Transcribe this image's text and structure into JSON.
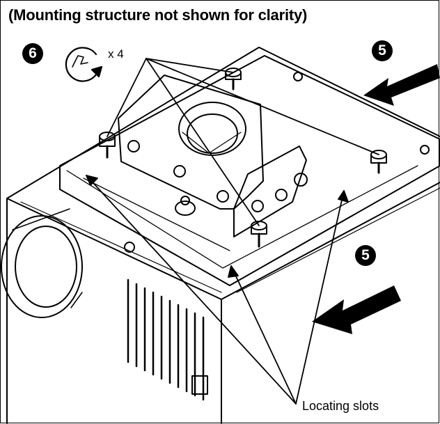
{
  "caption": "(Mounting structure not shown for clarity)",
  "steps": {
    "step6": "6",
    "step5_top": "5",
    "step5_side": "5"
  },
  "screw_quantity": "x 4",
  "callout_label": "Locating slots",
  "icons": {
    "rotate_hand": "rotate-hand-icon",
    "arrow": "push-arrow-icon"
  },
  "colors": {
    "ink": "#000000",
    "paper": "#ffffff"
  }
}
